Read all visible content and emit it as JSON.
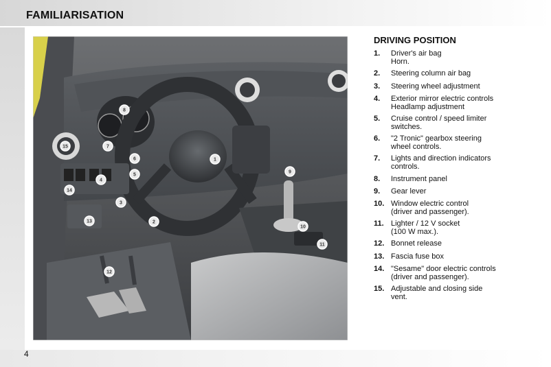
{
  "header": {
    "title": "FAMILIARISATION"
  },
  "section": {
    "title": "DRIVING POSITION"
  },
  "items": [
    {
      "num": "1.",
      "text": "Driver's air bag\nHorn."
    },
    {
      "num": "2.",
      "text": "Steering column air bag"
    },
    {
      "num": "3.",
      "text": "Steering wheel adjustment"
    },
    {
      "num": "4.",
      "text": "Exterior mirror electric controls\nHeadlamp adjustment"
    },
    {
      "num": "5.",
      "text": "Cruise control / speed limiter\nswitches."
    },
    {
      "num": "6.",
      "text": "\"2 Tronic\" gearbox steering\nwheel controls."
    },
    {
      "num": "7.",
      "text": "Lights and direction indicators\ncontrols."
    },
    {
      "num": "8.",
      "text": "Instrument panel"
    },
    {
      "num": "9.",
      "text": "Gear lever"
    },
    {
      "num": "10.",
      "text": "Window electric control\n(driver and passenger)."
    },
    {
      "num": "11.",
      "text": "Lighter / 12 V socket\n(100 W max.)."
    },
    {
      "num": "12.",
      "text": "Bonnet release"
    },
    {
      "num": "13.",
      "text": "Fascia fuse box"
    },
    {
      "num": "14.",
      "text": "\"Sesame\" door electric controls\n(driver and passenger)."
    },
    {
      "num": "15.",
      "text": "Adjustable and closing side\nvent."
    }
  ],
  "callouts": [
    "1",
    "2",
    "3",
    "4",
    "5",
    "6",
    "7",
    "8",
    "9",
    "10",
    "11",
    "12",
    "13",
    "14",
    "15"
  ],
  "page": {
    "number": "4"
  }
}
